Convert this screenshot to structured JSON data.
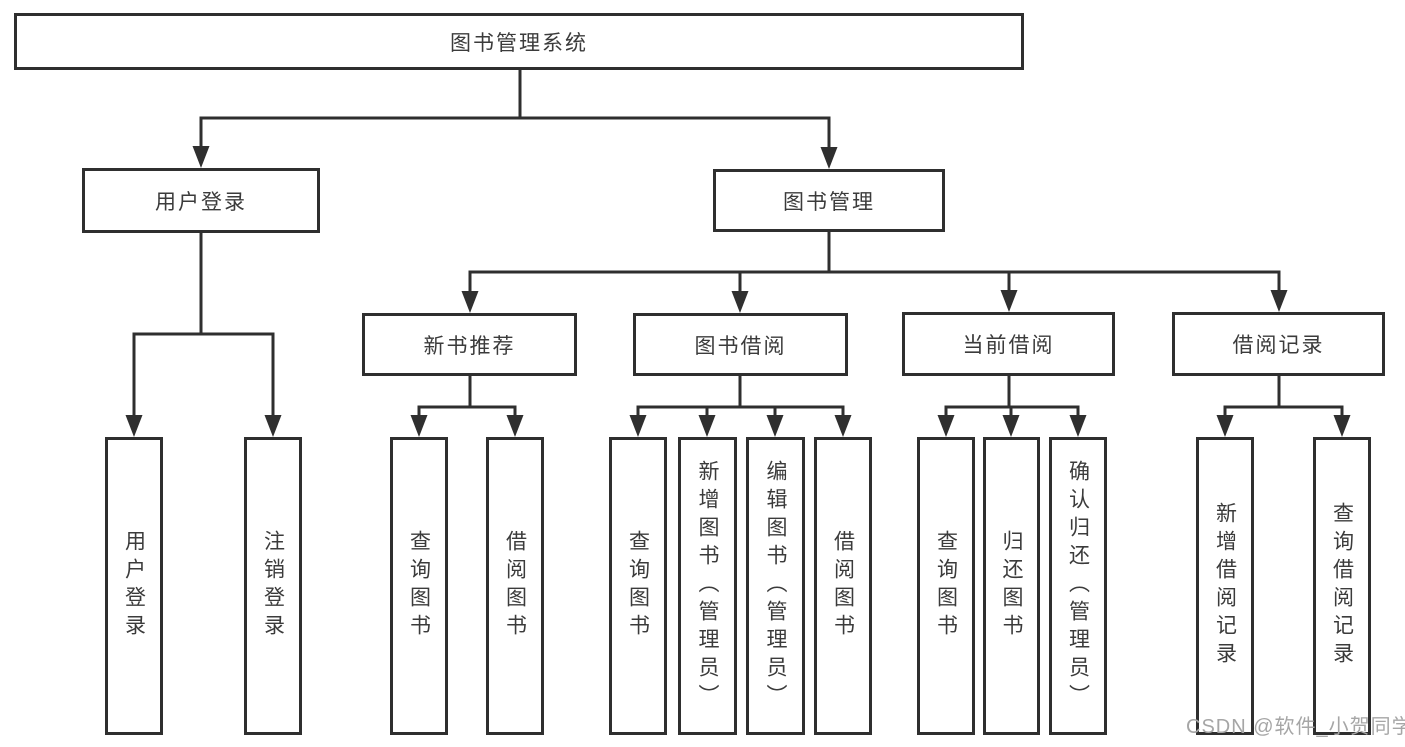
{
  "colors": {
    "line": "#2f2f2f",
    "box_border": "#2f2f2f",
    "text": "#3b3b3b",
    "watermark": "#a6a6a6",
    "background": "#ffffff"
  },
  "diagram_type": "hierarchy-tree",
  "tree": {
    "label": "图书管理系统",
    "children": [
      {
        "label": "用户登录",
        "children": [
          {
            "label": "用户登录"
          },
          {
            "label": "注销登录"
          }
        ]
      },
      {
        "label": "图书管理",
        "children": [
          {
            "label": "新书推荐",
            "children": [
              {
                "label": "查询图书"
              },
              {
                "label": "借阅图书"
              }
            ]
          },
          {
            "label": "图书借阅",
            "children": [
              {
                "label": "查询图书"
              },
              {
                "label": "新增图书（管理员）"
              },
              {
                "label": "编辑图书（管理员）"
              },
              {
                "label": "借阅图书"
              }
            ]
          },
          {
            "label": "当前借阅",
            "children": [
              {
                "label": "查询图书"
              },
              {
                "label": "归还图书"
              },
              {
                "label": "确认归还（管理员）"
              }
            ]
          },
          {
            "label": "借阅记录",
            "children": [
              {
                "label": "新增借阅记录"
              },
              {
                "label": "查询借阅记录"
              }
            ]
          }
        ]
      }
    ]
  },
  "watermark": "CSDN @软件_小贺同学"
}
